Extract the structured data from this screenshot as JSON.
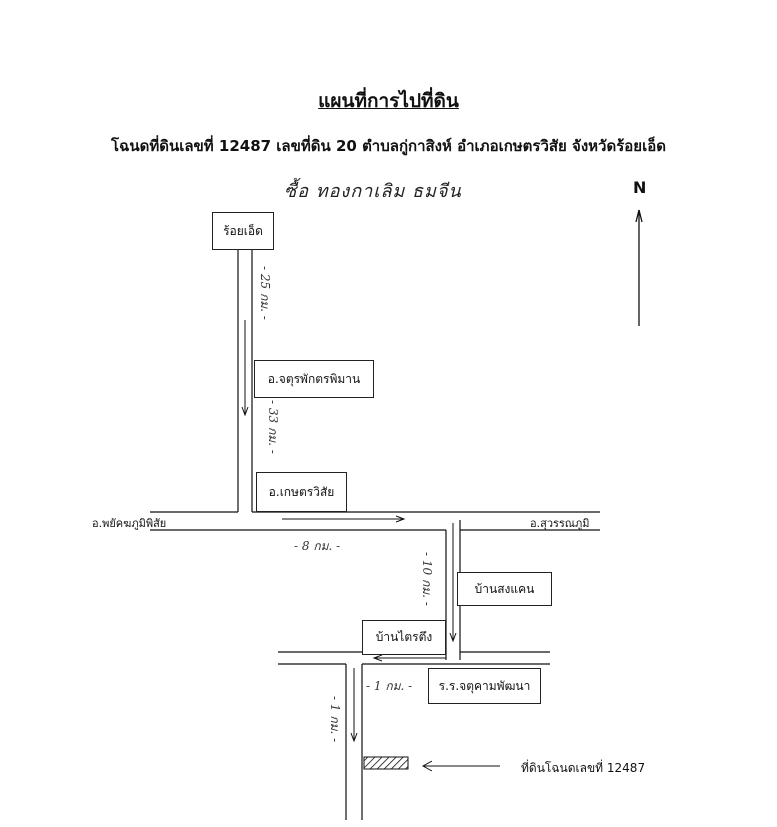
{
  "title": "แผนที่การไปที่ดิน",
  "subtitle": "โฉนดที่ดินเลขที่ 12487 เลขที่ดิน 20 ตำบลกู่กาสิงห์ อำเภอเกษตรวิสัย จังหวัดร้อยเอ็ด",
  "handwritten_owner": "ซื้อ ทองกาเลิม ธมจีน",
  "north_label": "N",
  "places": {
    "roi_et": "ร้อยเอ็ด",
    "chaturaphak": "อ.จตุรพักตรพิมาน",
    "kaset_wisai": "อ.เกษตรวิสัย",
    "phayakkhaphum": "อ.พยัคฆภูมิพิสัย",
    "suwannaphum": "อ.สุวรรณภูมิ",
    "ban_song_khaen": "บ้านสงแคน",
    "ban_trai_tueng": "บ้านไตรตึง",
    "school": "ร.ร.จตุคามพัฒนา"
  },
  "distances": {
    "d1": "- 25 กม. -",
    "d2": "- 33 กม. -",
    "d3": "- 8 กม. -",
    "d4": "- 10 กม. -",
    "d5": "- 1 กม. -",
    "d6": "- 1 กม. -"
  },
  "plot_label": "ที่ดินโฉนดเลขที่ 12487"
}
